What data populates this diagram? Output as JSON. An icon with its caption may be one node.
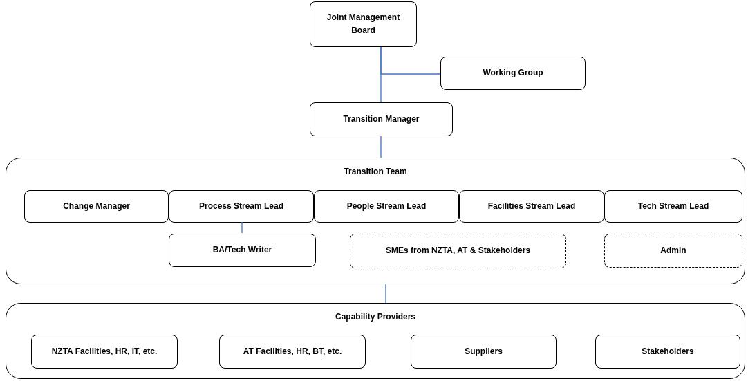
{
  "diagram": {
    "nodes": [
      {
        "text": [
          "Joint Management Board"
        ]
      },
      {
        "text": [
          "Working Group"
        ]
      },
      {
        "text": [
          "Transition Manager"
        ]
      },
      {
        "text": [
          "Transition Team"
        ]
      },
      {
        "text": [
          "Change Manager"
        ],
        "in": 3
      },
      {
        "text": [
          "Process Stream Lead"
        ],
        "in": 3
      },
      {
        "text": [
          "People Stream Lead"
        ],
        "in": 3
      },
      {
        "text": [
          "Facilities Stream Lead"
        ],
        "in": 3
      },
      {
        "text": [
          "Tech Stream Lead"
        ],
        "in": 3
      },
      {
        "text": [
          "BA/Tech Writer"
        ],
        "in": 3
      },
      {
        "text": [
          "SMEs from NZTA, AT & Stakeholders"
        ],
        "in": 3
      },
      {
        "text": [
          "Admin"
        ],
        "in": 3
      },
      {
        "text": [
          "Capability Providers"
        ]
      },
      {
        "text": [
          "NZTA Facilities, HR, IT, etc."
        ],
        "in": 12
      },
      {
        "text": [
          "AT Facilities, HR, BT, etc."
        ],
        "in": 12
      },
      {
        "text": [
          "Suppliers"
        ],
        "in": 12
      },
      {
        "text": [
          "Stakeholders"
        ],
        "in": 12
      }
    ],
    "edges": [
      {
        "from": 0,
        "to": 2,
        "arrow": "none"
      },
      {
        "from": 0,
        "to": 1,
        "arrow": "none"
      },
      {
        "from": 2,
        "to": 3,
        "arrow": "none"
      },
      {
        "from": 5,
        "to": 9,
        "arrow": "none"
      },
      {
        "from": 3,
        "to": 12,
        "arrow": "none"
      }
    ]
  }
}
